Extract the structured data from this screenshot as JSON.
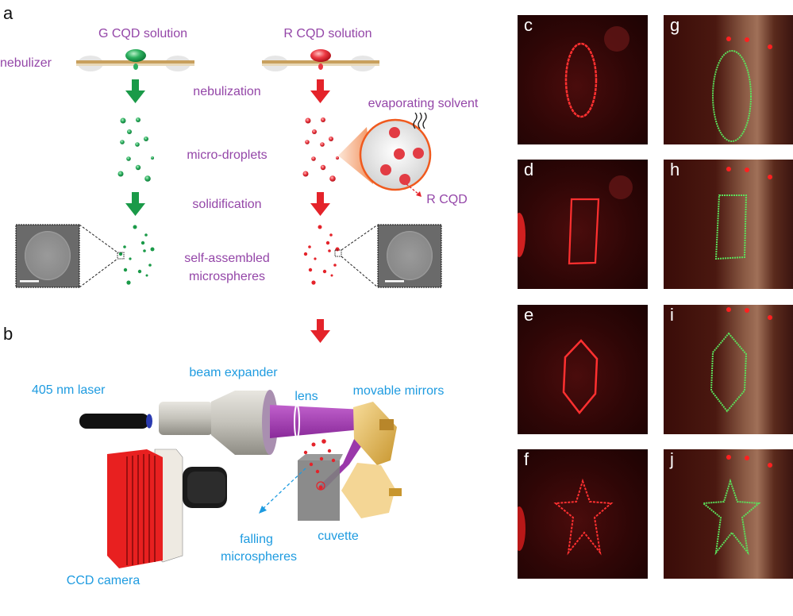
{
  "panel_a": {
    "label": "a",
    "g_solution": "G CQD solution",
    "r_solution": "R CQD solution",
    "nebulizer": "nebulizer",
    "nebulization": "nebulization",
    "evaporating_solvent": "evaporating solvent",
    "micro_droplets": "micro-droplets",
    "r_cqd": "R CQD",
    "solidification": "solidification",
    "self_assembled": "self-assembled",
    "microspheres": "microspheres"
  },
  "panel_b": {
    "label": "b",
    "laser": "405 nm laser",
    "beam_expander": "beam expander",
    "lens": "lens",
    "movable_mirrors": "movable mirrors",
    "falling": "falling",
    "falling_microspheres": "microspheres",
    "cuvette": "cuvette",
    "ccd_camera": "CCD camera"
  },
  "photos": [
    {
      "label": "c",
      "shape": "ellipse",
      "color": "red"
    },
    {
      "label": "d",
      "shape": "rectangle",
      "color": "red"
    },
    {
      "label": "e",
      "shape": "hexagon",
      "color": "red"
    },
    {
      "label": "f",
      "shape": "star",
      "color": "red"
    },
    {
      "label": "g",
      "shape": "ellipse",
      "color": "green"
    },
    {
      "label": "h",
      "shape": "rectangle",
      "color": "green"
    },
    {
      "label": "i",
      "shape": "hexagon",
      "color": "green"
    },
    {
      "label": "j",
      "shape": "star",
      "color": "green"
    }
  ],
  "colors": {
    "label_purple": "#9446a8",
    "label_blue": "#1e9be0",
    "green": "#1a9a48",
    "red": "#e4232a",
    "laser_beam": "#a03ab0"
  }
}
